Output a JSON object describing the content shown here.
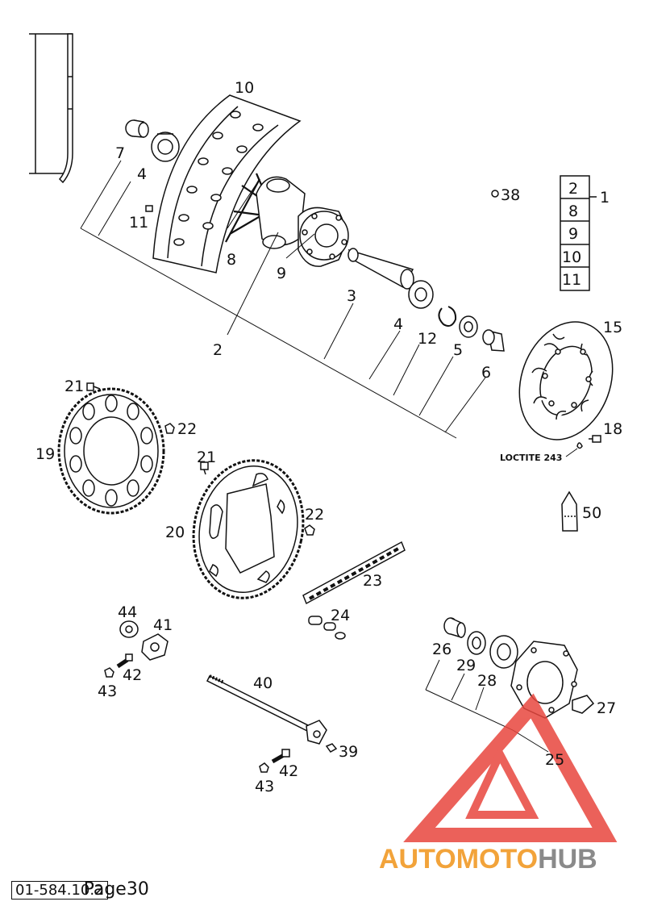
{
  "labels": {
    "l1": "1",
    "l2a": "2",
    "l2b": "2",
    "l3": "3",
    "l4a": "4",
    "l4b": "4",
    "l5": "5",
    "l6": "6",
    "l7": "7",
    "l8a": "8",
    "l8b": "8",
    "l9a": "9",
    "l9b": "9",
    "l10a": "10",
    "l10b": "10",
    "l11a": "11",
    "l11b": "11",
    "l12": "12",
    "l15": "15",
    "l18": "18",
    "l19": "19",
    "l20": "20",
    "l21a": "21",
    "l21b": "21",
    "l22a": "22",
    "l22b": "22",
    "l23": "23",
    "l24": "24",
    "l25": "25",
    "l26": "26",
    "l27": "27",
    "l28": "28",
    "l29": "29",
    "l38": "38",
    "l39": "39",
    "l40": "40",
    "l41": "41",
    "l42a": "42",
    "l42b": "42",
    "l43a": "43",
    "l43b": "43",
    "l44": "44",
    "l50": "50"
  },
  "note": "LOCTITE 243",
  "watermark": {
    "part1": "AUTOMOTO",
    "part2": "HUB"
  },
  "footer": {
    "code": "01-584.10.2",
    "page": "Page30"
  },
  "colors": {
    "ink": "#111111",
    "watermark_red": "#e8463e",
    "watermark_orange": "#f2a33a",
    "watermark_gray": "#8a8a8a"
  }
}
